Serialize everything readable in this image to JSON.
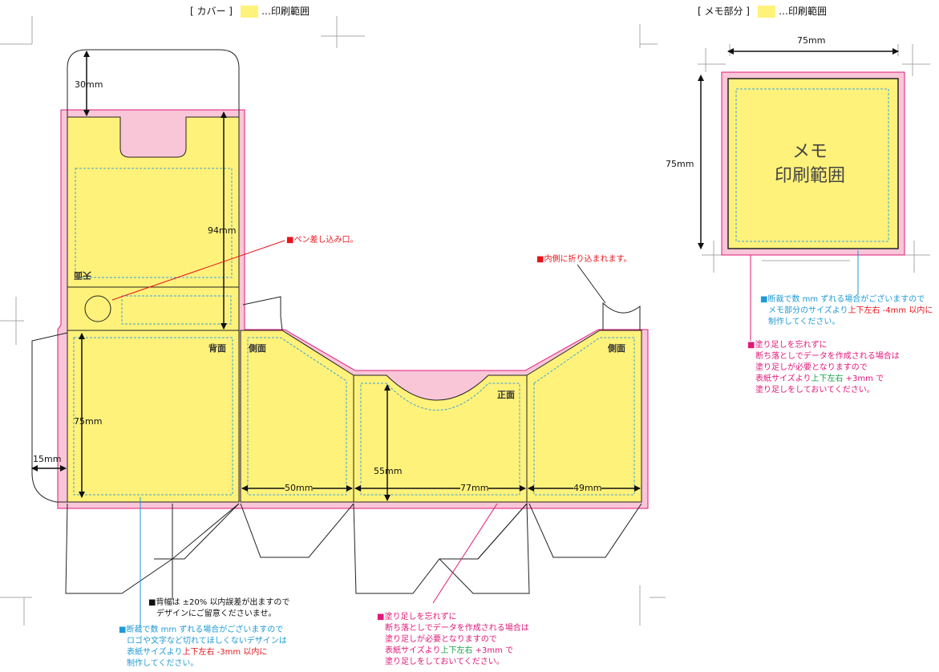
{
  "header": {
    "cover_label": "[ カバー ]",
    "cover_legend": "…印刷範囲",
    "memo_label": "[ メモ部分 ]",
    "memo_legend": "…印刷範囲"
  },
  "colors": {
    "print_area": "#fff27a",
    "bleed": "#f9c6d8",
    "bleed_stroke": "#e0187a",
    "safe_line": "#3aa3d9"
  },
  "panels": {
    "top": "天面",
    "back": "背面",
    "side_left": "側面",
    "front": "正面",
    "side_right": "側面"
  },
  "dims": {
    "tab_30": "30mm",
    "height_94": "94mm",
    "height_75": "75mm",
    "glue_15": "15mm",
    "width_50": "50mm",
    "height_55": "55mm",
    "width_77": "77mm",
    "width_49": "49mm",
    "memo_w": "75mm",
    "memo_h": "75mm"
  },
  "callouts": {
    "pen_slot": "■ペン差し込み口。",
    "fold_inside": "■内側に折り込まれます。"
  },
  "memo": {
    "title_line1": "メモ",
    "title_line2": "印刷範囲",
    "note_cut_1": "■断裁で数 mm ずれる場合がございますので",
    "note_cut_2a": "メモ部分のサイズより",
    "note_cut_2b": "上下左右 -4mm",
    "note_cut_2c": " 以内に",
    "note_cut_3": "制作してください。",
    "bleed_1": "■塗り足しを忘れずに",
    "bleed_2": "断ち落としでデータを作成される場合は",
    "bleed_3": "塗り足しが必要となりますので",
    "bleed_4a": "表紙サイズより",
    "bleed_4b": "上下左右",
    "bleed_4c": " +3mm",
    "bleed_4d": " で",
    "bleed_5": "塗り足しをしておいてください。"
  },
  "notes_bottom": {
    "spine_1": "■背幅は ±20% 以内誤差が出ますので",
    "spine_2": "デザインにご留意くださいませ。",
    "cut_1": "■断裁で数 mm ずれる場合がございますので",
    "cut_2": "ロゴや文字など切れてほしくないデザインは",
    "cut_3a": "表紙サイズより",
    "cut_3b": "上下左右 -3mm",
    "cut_3c": " 以内に",
    "cut_4": "制作してください。",
    "bleed_1": "■塗り足しを忘れずに",
    "bleed_2": "断ち落としでデータを作成される場合は",
    "bleed_3": "塗り足しが必要となりますので",
    "bleed_4a": "表紙サイズより",
    "bleed_4b": "上下左右",
    "bleed_4c": " +3mm",
    "bleed_4d": " で",
    "bleed_5": "塗り足しをしておいてください。"
  }
}
